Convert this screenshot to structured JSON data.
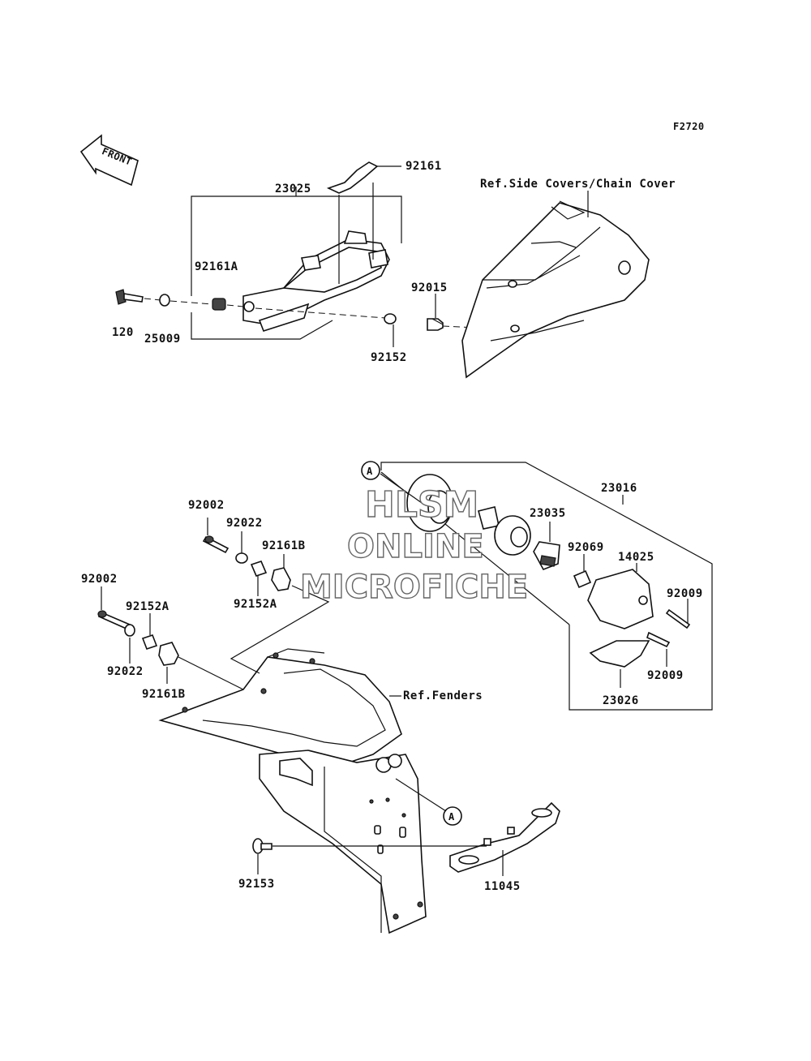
{
  "figure_code": "F2720",
  "front_arrow": "FRONT",
  "references": {
    "side_covers": "Ref.Side Covers/Chain Cover",
    "fenders": "Ref.Fenders"
  },
  "part_labels": {
    "p92161": "92161",
    "p23025": "23025",
    "p92161A": "92161A",
    "p92015": "92015",
    "p120": "120",
    "p25009": "25009",
    "p92152": "92152",
    "p23016": "23016",
    "p23035": "23035",
    "p92069": "92069",
    "p14025": "14025",
    "p92009a": "92009",
    "p92009b": "92009",
    "p23026": "23026",
    "p92002a": "92002",
    "p92022a": "92022",
    "p92161Ba": "92161B",
    "p92152Aa": "92152A",
    "p92002b": "92002",
    "p92152Ab": "92152A",
    "p92022b": "92022",
    "p92161Bb": "92161B",
    "p92153": "92153",
    "p11045": "11045"
  },
  "callouts": {
    "a1": "A",
    "a2": "A"
  },
  "watermark": {
    "line1": "HLSM",
    "line2": "ONLINE",
    "line3": "MICROFICHE"
  }
}
